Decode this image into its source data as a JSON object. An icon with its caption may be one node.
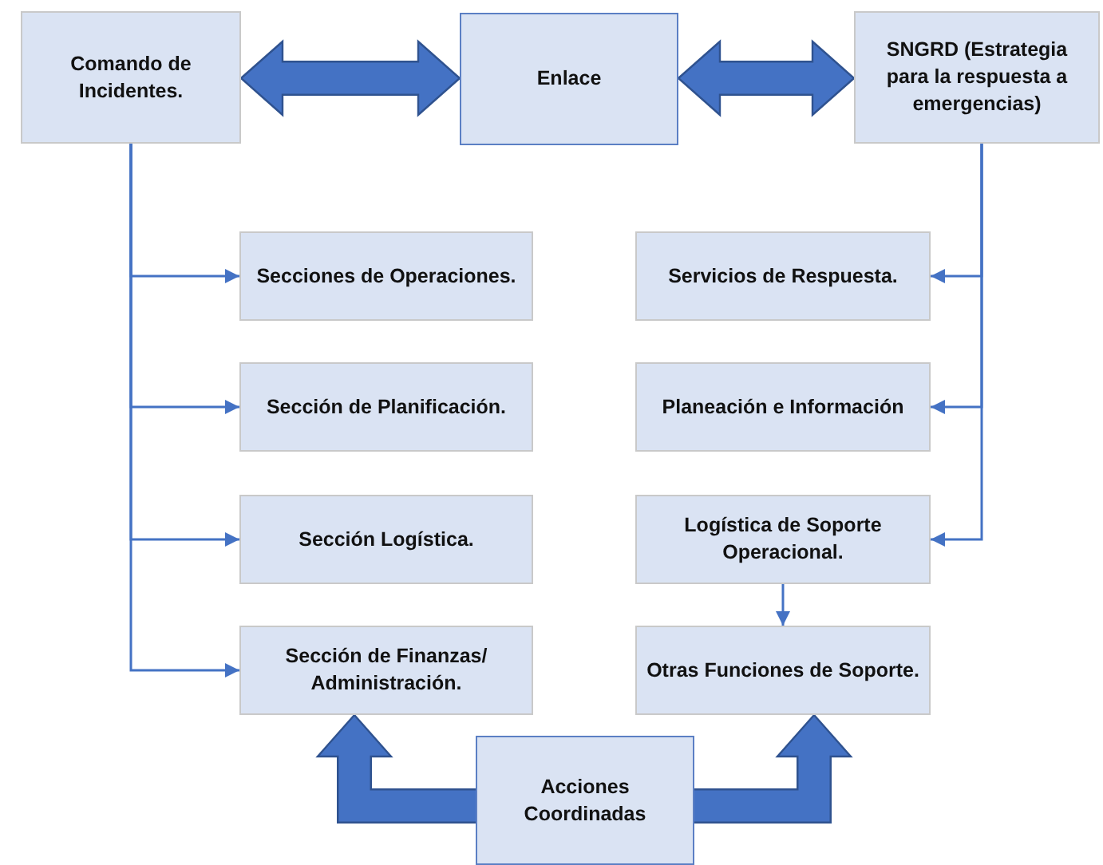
{
  "diagram": {
    "nodes": [
      {
        "text": [
          "Comando de Incidentes."
        ]
      },
      {
        "text": [
          "Enlace"
        ]
      },
      {
        "text": [
          "SNGRD (Estrategia para la respuesta a emergencias)"
        ]
      },
      {
        "text": [
          "Secciones de Operaciones."
        ]
      },
      {
        "text": [
          "Sección de Planificación."
        ]
      },
      {
        "text": [
          "Sección Logística."
        ]
      },
      {
        "text": [
          "Sección de Finanzas/ Administración."
        ]
      },
      {
        "text": [
          "Servicios de Respuesta."
        ]
      },
      {
        "text": [
          "Planeación e Información"
        ]
      },
      {
        "text": [
          "Logística de Soporte Operacional."
        ]
      },
      {
        "text": [
          "Otras Funciones de Soporte."
        ]
      },
      {
        "text": [
          "Acciones Coordinadas"
        ]
      }
    ],
    "edges": [
      {
        "from": 0,
        "to": 1,
        "arrow": "both",
        "style": "thick"
      },
      {
        "from": 1,
        "to": 2,
        "arrow": "both",
        "style": "thick"
      },
      {
        "from": 0,
        "to": 3,
        "arrow": "to"
      },
      {
        "from": 0,
        "to": 4,
        "arrow": "to"
      },
      {
        "from": 0,
        "to": 5,
        "arrow": "to"
      },
      {
        "from": 0,
        "to": 6,
        "arrow": "to"
      },
      {
        "from": 2,
        "to": 7,
        "arrow": "to"
      },
      {
        "from": 2,
        "to": 8,
        "arrow": "to"
      },
      {
        "from": 2,
        "to": 9,
        "arrow": "to"
      },
      {
        "from": 9,
        "to": 10,
        "arrow": "to"
      },
      {
        "from": 11,
        "to": 6,
        "arrow": "to",
        "style": "thick"
      },
      {
        "from": 11,
        "to": 10,
        "arrow": "to",
        "style": "thick"
      }
    ]
  }
}
